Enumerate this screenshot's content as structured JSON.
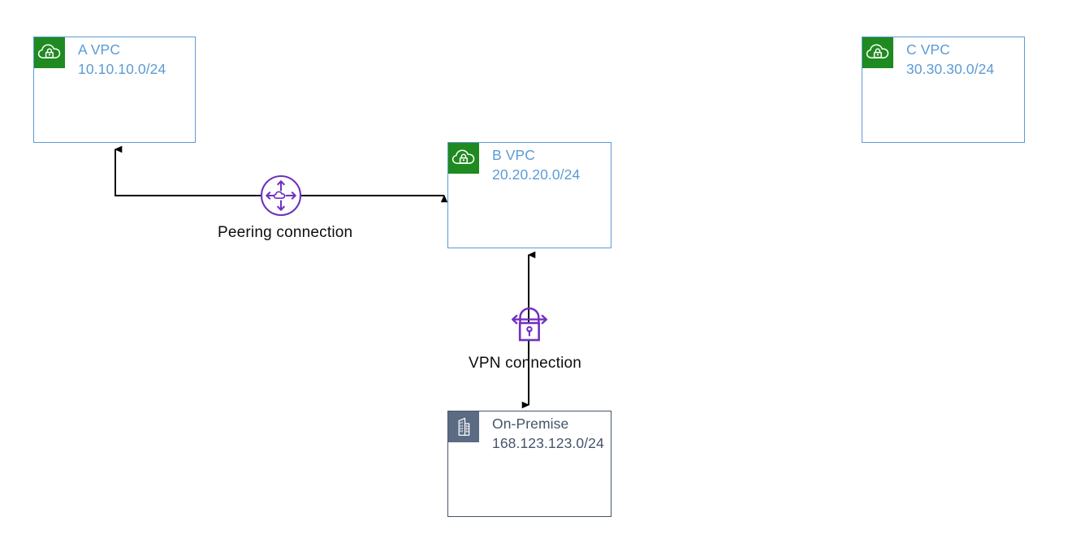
{
  "diagram": {
    "title": "AWS VPC connectivity diagram",
    "background": "#ffffff",
    "colors": {
      "vpc_border": "#5B9BD5",
      "vpc_text": "#5B9BD5",
      "vpc_icon_bg": "#1F8A20",
      "onprem_border": "#44546A",
      "onprem_text": "#44546A",
      "onprem_icon_bg": "#5B6B84",
      "connector": "#000000",
      "connection_icon": "#7030C0",
      "label_text": "#0d0d0d"
    }
  },
  "nodes": [
    {
      "id": "a-vpc",
      "title": "A VPC",
      "cidr": "10.10.10.0/24",
      "icon": "vpc-cloud-lock-icon",
      "kind": "vpc"
    },
    {
      "id": "b-vpc",
      "title": "B VPC",
      "cidr": "20.20.20.0/24",
      "icon": "vpc-cloud-lock-icon",
      "kind": "vpc"
    },
    {
      "id": "c-vpc",
      "title": "C VPC",
      "cidr": "30.30.30.0/24",
      "icon": "vpc-cloud-lock-icon",
      "kind": "vpc"
    },
    {
      "id": "on-premise",
      "title": "On-Premise",
      "cidr": "168.123.123.0/24",
      "icon": "corporate-datacenter-icon",
      "kind": "onprem"
    }
  ],
  "connections": [
    {
      "id": "peering",
      "label": "Peering connection",
      "icon": "peering-connection-icon",
      "from": "b-vpc",
      "to": "a-vpc",
      "direction": "one-way"
    },
    {
      "id": "vpn",
      "label": "VPN connection",
      "icon": "vpn-connection-icon",
      "from": "on-premise",
      "to": "b-vpc",
      "direction": "two-way"
    }
  ]
}
